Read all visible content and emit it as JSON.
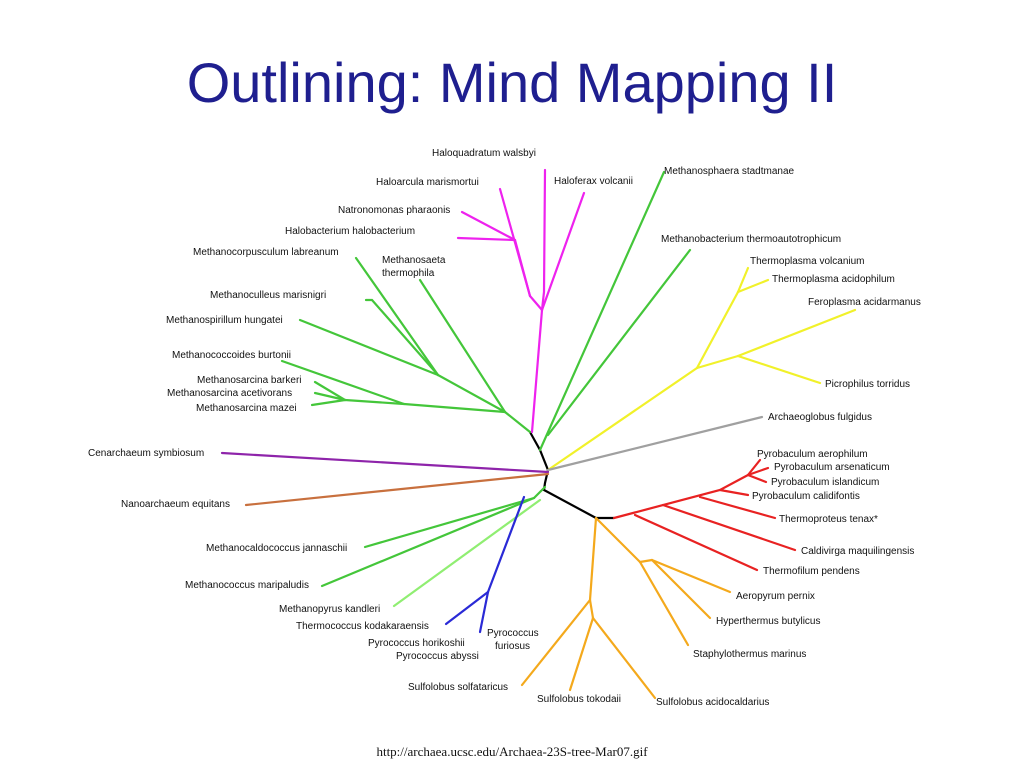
{
  "slide": {
    "title": "Outlining:  Mind Mapping II",
    "source": "http://archaea.ucsc.edu/Archaea-23S-tree-Mar07.gif"
  },
  "colors": {
    "title": "#1f1f8f",
    "backbone": "#000000",
    "halobacteria": "#ee22ee",
    "methanogens": "#44c63a",
    "thermoplasmata": "#f1f12a",
    "archaeoglobus": "#a0a0a0",
    "crenarchaeota_thermoprotei": "#e82222",
    "sulfolobales_desulfurococcales": "#f4a91c",
    "cenarchaeum": "#8e24aa",
    "nanoarchaeum": "#c8703e",
    "methanopyrus": "#90ee72",
    "thermococci": "#2a2ad6"
  },
  "tree": {
    "labels": [
      {
        "id": "haloquadratum",
        "text": "Haloquadratum walsbyi"
      },
      {
        "id": "haloarcula",
        "text": "Haloarcula marismortui"
      },
      {
        "id": "haloferax",
        "text": "Haloferax volcanii"
      },
      {
        "id": "natronomonas",
        "text": "Natronomonas pharaonis"
      },
      {
        "id": "halobacterium",
        "text": "Halobacterium halobacterium"
      },
      {
        "id": "methanocorpusculum",
        "text": "Methanocorpusculum labreanum"
      },
      {
        "id": "methanosaeta1",
        "text": "Methanosaeta"
      },
      {
        "id": "methanosaeta2",
        "text": "thermophila"
      },
      {
        "id": "methanoculleus",
        "text": "Methanoculleus marisnigri"
      },
      {
        "id": "methanospirillum",
        "text": "Methanospirillum hungatei"
      },
      {
        "id": "methanococcoides",
        "text": "Methanococcoides burtonii"
      },
      {
        "id": "msarcina_barkeri",
        "text": "Methanosarcina barkeri"
      },
      {
        "id": "msarcina_acetivorans",
        "text": "Methanosarcina acetivorans"
      },
      {
        "id": "msarcina_mazei",
        "text": "Methanosarcina mazei"
      },
      {
        "id": "methanosphaera",
        "text": "Methanosphaera stadtmanae"
      },
      {
        "id": "methanobacterium",
        "text": "Methanobacterium thermoautotrophicum"
      },
      {
        "id": "tp_volcanium",
        "text": "Thermoplasma volcanium"
      },
      {
        "id": "tp_acidophilum",
        "text": "Thermoplasma acidophilum"
      },
      {
        "id": "feroplasma",
        "text": "Feroplasma acidarmanus"
      },
      {
        "id": "picrophilus",
        "text": "Picrophilus torridus"
      },
      {
        "id": "archaeoglobus",
        "text": "Archaeoglobus fulgidus"
      },
      {
        "id": "cenarchaeum",
        "text": "Cenarchaeum symbiosum"
      },
      {
        "id": "nanoarchaeum",
        "text": "Nanoarchaeum equitans"
      },
      {
        "id": "pb_aerophilum",
        "text": "Pyrobaculum aerophilum"
      },
      {
        "id": "pb_arsenaticum",
        "text": "Pyrobaculum arsenaticum"
      },
      {
        "id": "pb_islandicum",
        "text": "Pyrobaculum islandicum"
      },
      {
        "id": "pb_calidifontis",
        "text": "Pyrobaculum calidifontis"
      },
      {
        "id": "thermoproteus",
        "text": "Thermoproteus tenax*"
      },
      {
        "id": "caldivirga",
        "text": "Caldivirga maquilingensis"
      },
      {
        "id": "thermofilum",
        "text": "Thermofilum pendens"
      },
      {
        "id": "aeropyrum",
        "text": "Aeropyrum pernix"
      },
      {
        "id": "hyperthermus",
        "text": "Hyperthermus butylicus"
      },
      {
        "id": "staphylothermus",
        "text": "Staphylothermus marinus"
      },
      {
        "id": "mcaldococcus",
        "text": "Methanocaldococcus jannaschii"
      },
      {
        "id": "mcoccus",
        "text": "Methanococcus maripaludis"
      },
      {
        "id": "methanopyrus",
        "text": "Methanopyrus kandleri"
      },
      {
        "id": "tc_kodakaraensis",
        "text": "Thermococcus kodakaraensis"
      },
      {
        "id": "pc_horikoshii",
        "text": "Pyrococcus horikoshii"
      },
      {
        "id": "pc_abyssi",
        "text": "Pyrococcus abyssi"
      },
      {
        "id": "pc_furiosus1",
        "text": "Pyrococcus"
      },
      {
        "id": "pc_furiosus2",
        "text": "furiosus"
      },
      {
        "id": "sl_solfataricus",
        "text": "Sulfolobus solfataricus"
      },
      {
        "id": "sl_tokodaii",
        "text": "Sulfolobus tokodaii"
      },
      {
        "id": "sl_acidocaldarius",
        "text": "Sulfolobus acidocaldarius"
      }
    ]
  }
}
